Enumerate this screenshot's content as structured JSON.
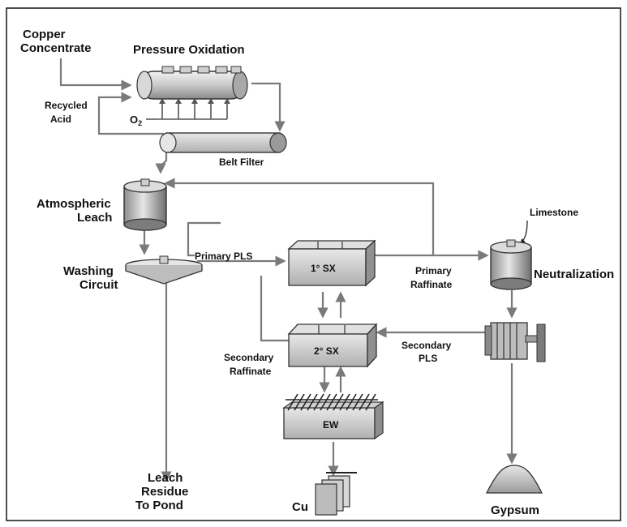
{
  "nodes": {
    "copper_concentrate": [
      "Copper",
      "Concentrate"
    ],
    "pressure_oxidation": "Pressure Oxidation",
    "recycled_acid": [
      "Recycled",
      "Acid"
    ],
    "o2": "O",
    "o2_sub": "2",
    "belt_filter": "Belt Filter",
    "atmospheric_leach": [
      "Atmospheric",
      "Leach"
    ],
    "washing_circuit": [
      "Washing",
      "Circuit"
    ],
    "primary_pls": "Primary PLS",
    "sx1": "1° SX",
    "sx2": "2° SX",
    "primary_raffinate": [
      "Primary",
      "Raffinate"
    ],
    "limestone": "Limestone",
    "neutralization": "Neutralization",
    "secondary_pls": [
      "Secondary",
      "PLS"
    ],
    "secondary_raffinate": [
      "Secondary",
      "Raffinate"
    ],
    "ew": "EW",
    "leach_residue": [
      "Leach",
      "Residue",
      "To Pond"
    ],
    "cu": "Cu",
    "gypsum": "Gypsum"
  }
}
